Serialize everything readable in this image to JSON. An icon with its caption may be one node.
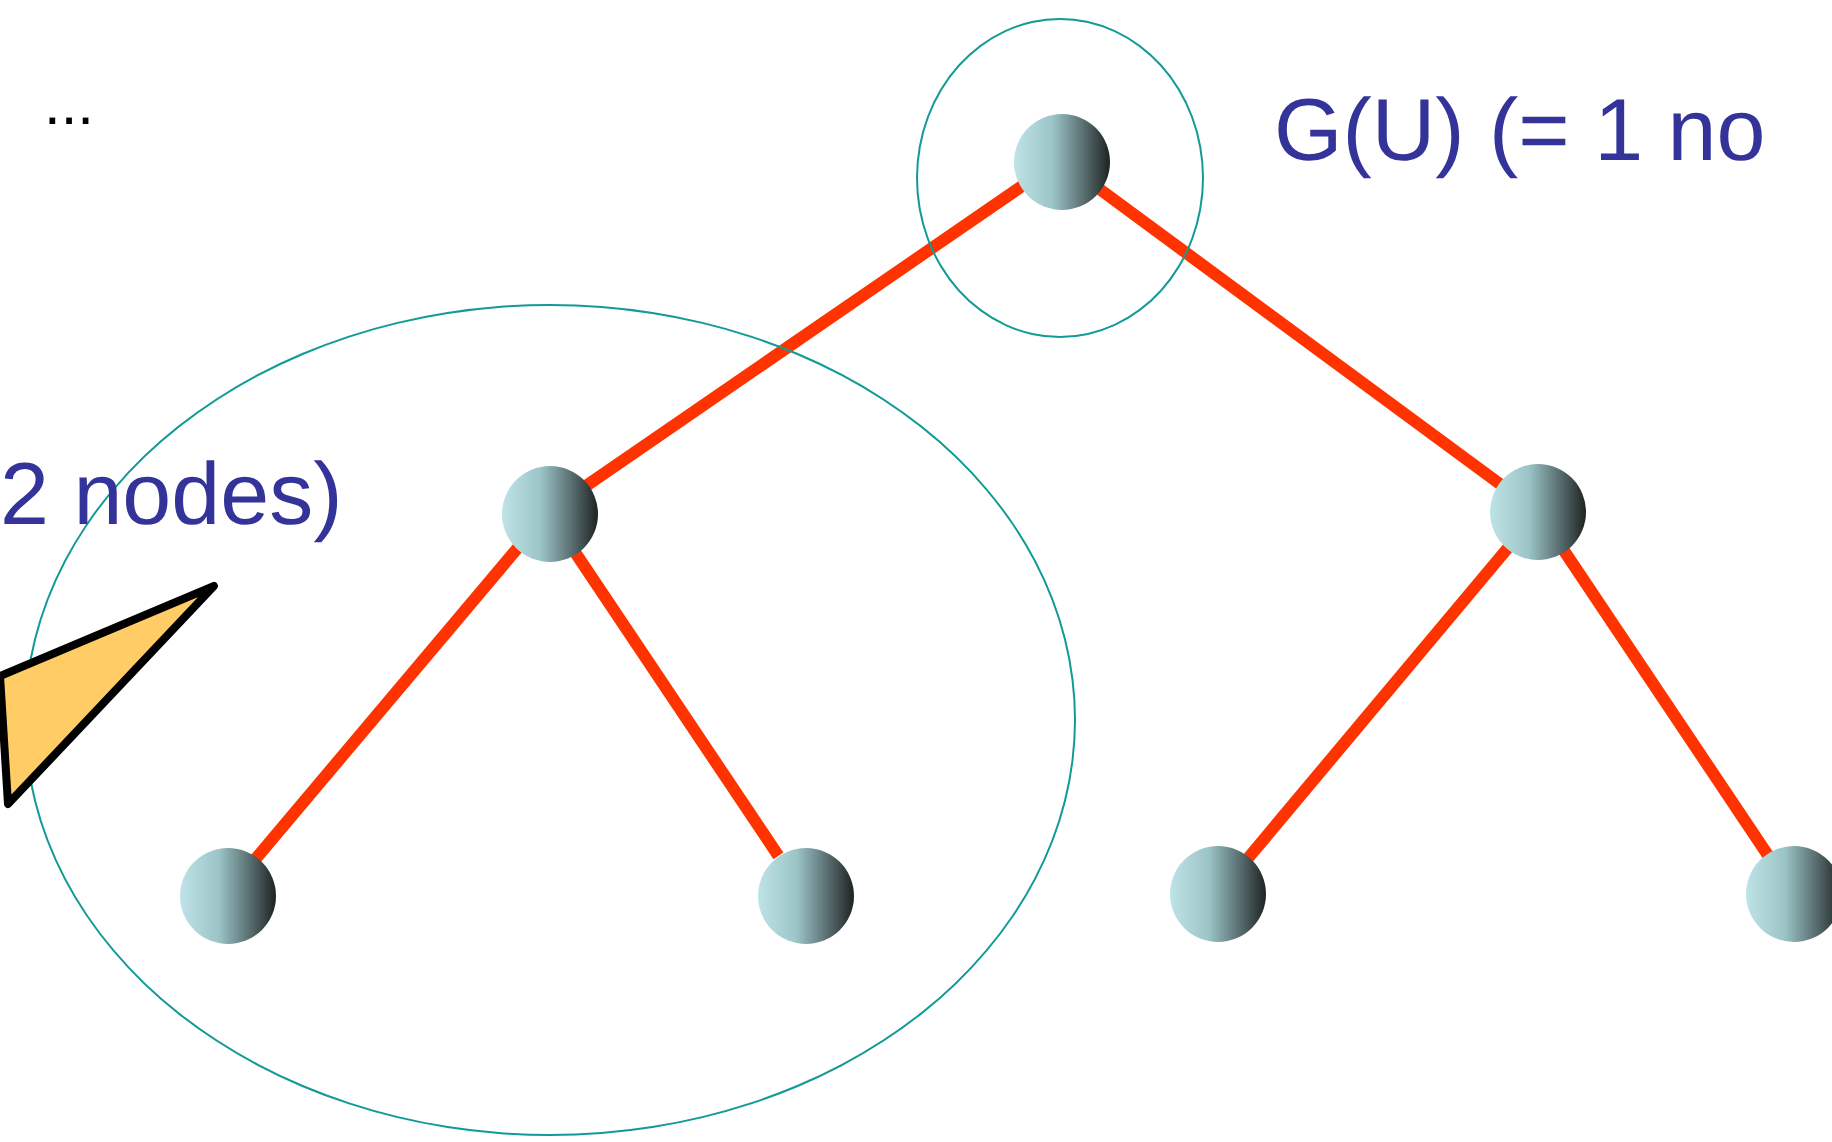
{
  "diagram": {
    "nodes": [
      {
        "text": [],
        "shape": "ellipse"
      },
      {
        "text": [],
        "shape": "circle",
        "in": 0
      },
      {
        "text": [],
        "shape": "ellipse"
      },
      {
        "text": [],
        "shape": "circle",
        "in": 2
      },
      {
        "text": [],
        "shape": "circle"
      },
      {
        "text": [],
        "shape": "circle",
        "in": 2
      },
      {
        "text": [],
        "shape": "circle",
        "in": 2
      },
      {
        "text": [],
        "shape": "circle"
      },
      {
        "text": [],
        "shape": "circle"
      },
      {
        "text": [],
        "shape": "triangle"
      }
    ],
    "edges": [
      {
        "from": 1,
        "to": 3,
        "arrow": "none"
      },
      {
        "from": 1,
        "to": 4,
        "arrow": "none"
      },
      {
        "from": 3,
        "to": 5,
        "arrow": "none"
      },
      {
        "from": 3,
        "to": 6,
        "arrow": "none"
      },
      {
        "from": 4,
        "to": 7,
        "arrow": "none"
      },
      {
        "from": 4,
        "to": 8,
        "arrow": "none"
      }
    ],
    "labels": [
      "...",
      "G(U) (= 1 no",
      "2 nodes)"
    ]
  }
}
